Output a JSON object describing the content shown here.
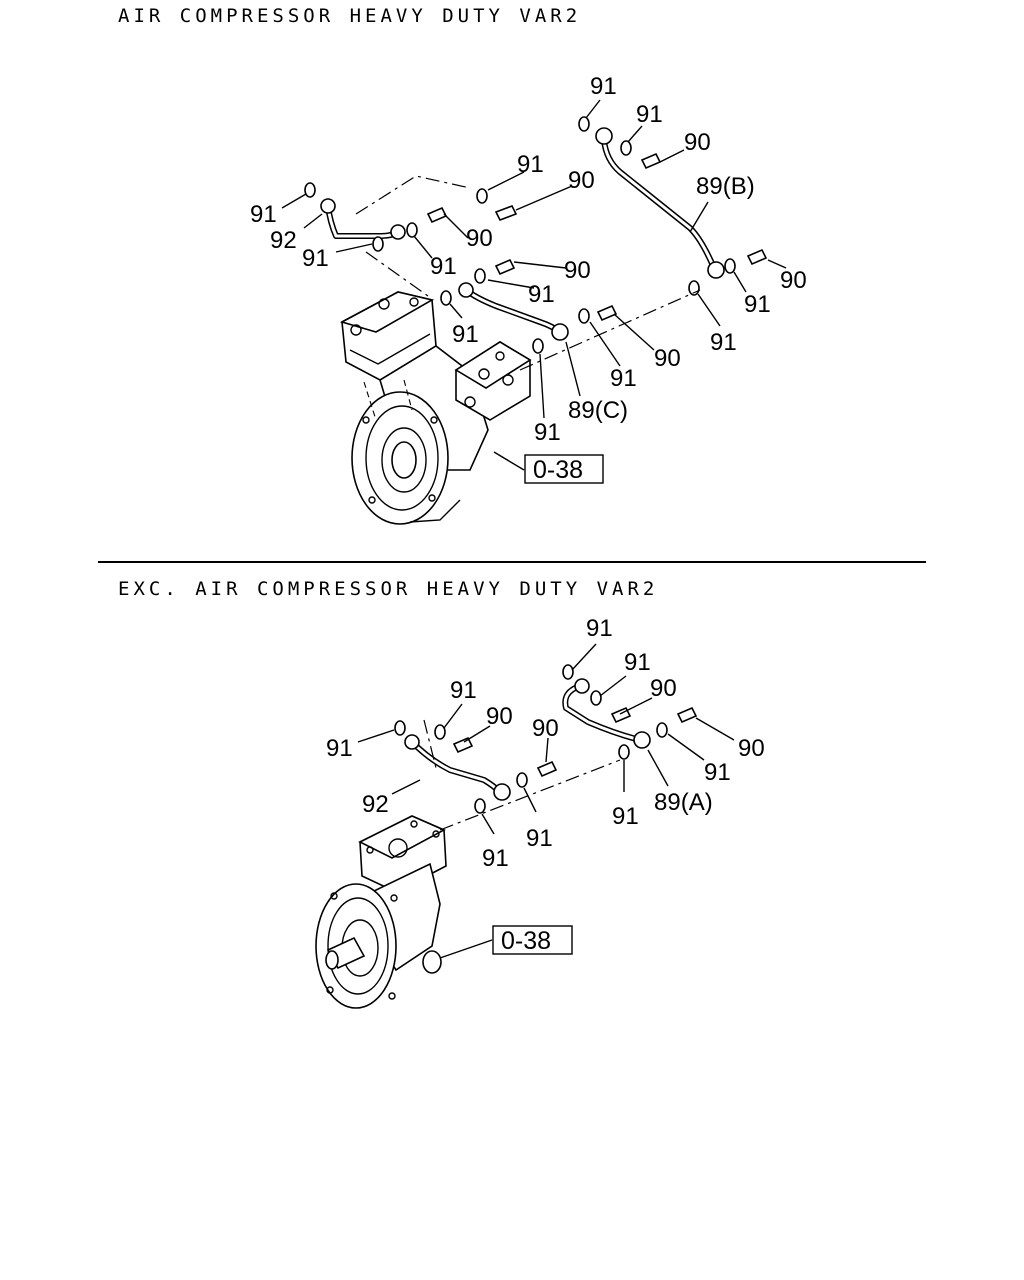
{
  "sections": [
    {
      "title": "AIR COMPRESSOR HEAVY DUTY VAR2",
      "ref_box": "0-38",
      "callouts": [
        "91",
        "91",
        "90",
        "91",
        "90",
        "89(B)",
        "91",
        "92",
        "91",
        "90",
        "91",
        "90",
        "91",
        "91",
        "90",
        "91",
        "90",
        "91",
        "91",
        "89(C)",
        "91"
      ]
    },
    {
      "title": "EXC. AIR COMPRESSOR HEAVY DUTY VAR2",
      "ref_box": "0-38",
      "callouts": [
        "91",
        "91",
        "90",
        "91",
        "90",
        "90",
        "91",
        "92",
        "91",
        "91",
        "91",
        "90",
        "91",
        "89(A)"
      ]
    }
  ]
}
